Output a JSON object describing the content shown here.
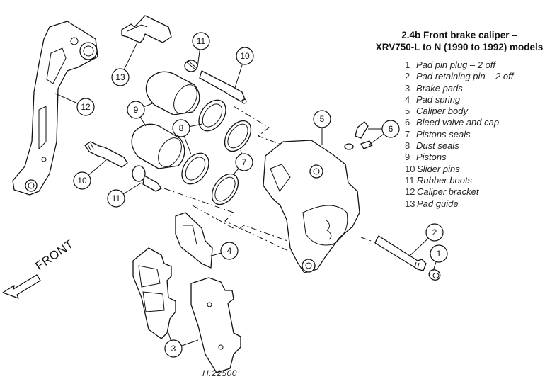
{
  "figure": {
    "title_line1": "2.4b  Front brake caliper –",
    "title_line2": "XRV750-L to N (1990 to 1992) models",
    "front_label": "FRONT",
    "figure_code": "H.22500"
  },
  "legend": [
    {
      "num": "1",
      "label": "Pad pin plug – 2 off"
    },
    {
      "num": "2",
      "label": "Pad retaining pin – 2 off"
    },
    {
      "num": "3",
      "label": "Brake pads"
    },
    {
      "num": "4",
      "label": "Pad spring"
    },
    {
      "num": "5",
      "label": "Caliper body"
    },
    {
      "num": "6",
      "label": "Bleed valve and cap"
    },
    {
      "num": "7",
      "label": "Pistons seals"
    },
    {
      "num": "8",
      "label": "Dust seals"
    },
    {
      "num": "9",
      "label": "Pistons"
    },
    {
      "num": "10",
      "label": "Slider pins"
    },
    {
      "num": "11",
      "label": "Rubber boots"
    },
    {
      "num": "12",
      "label": "Caliper bracket"
    },
    {
      "num": "13",
      "label": "Pad guide"
    }
  ],
  "callouts": [
    {
      "id": "callout-13",
      "label": "13"
    },
    {
      "id": "callout-12",
      "label": "12"
    },
    {
      "id": "callout-11-top",
      "label": "11"
    },
    {
      "id": "callout-10-top",
      "label": "10"
    },
    {
      "id": "callout-9",
      "label": "9"
    },
    {
      "id": "callout-8",
      "label": "8"
    },
    {
      "id": "callout-7",
      "label": "7"
    },
    {
      "id": "callout-10-left",
      "label": "10"
    },
    {
      "id": "callout-11-left",
      "label": "11"
    },
    {
      "id": "callout-5",
      "label": "5"
    },
    {
      "id": "callout-6",
      "label": "6"
    },
    {
      "id": "callout-4",
      "label": "4"
    },
    {
      "id": "callout-3",
      "label": "3"
    },
    {
      "id": "callout-2",
      "label": "2"
    },
    {
      "id": "callout-1",
      "label": "1"
    }
  ]
}
